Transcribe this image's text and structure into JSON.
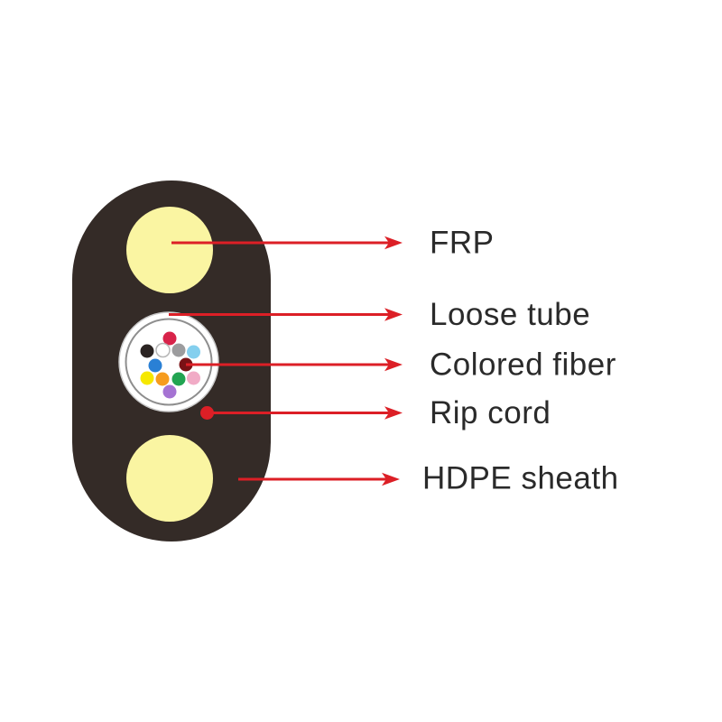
{
  "figure": {
    "description": "Cross-section diagram of a flat drop fiber optic cable with labeled parts"
  },
  "labels": {
    "frp": "FRP",
    "loose_tube": "Loose tube",
    "colored_fiber": "Colored fiber",
    "rip_cord": "Rip cord",
    "hdpe_sheath": "HDPE sheath"
  },
  "colors": {
    "background": "#ffffff",
    "sheath_body": "#342b27",
    "frp_rod": "#faf5a2",
    "tube_fill": "#ffffff",
    "tube_edge": "#c9c9c9",
    "tube_ring": "#8e8e8e",
    "accent_red": "#dc1f26",
    "label_text": "#2a2a2a",
    "fibers": {
      "red": "#d8234a",
      "black": "#2b2422",
      "white": "#ffffff",
      "white_edge": "#b5b5b5",
      "slate": "#9c9c9e",
      "aqua": "#84cfee",
      "blue": "#2a80d5",
      "brown": "#7a1115",
      "yellow": "#f6e800",
      "orange": "#f69c1e",
      "green": "#22a452",
      "rose": "#f1abc6",
      "violet": "#a573d3"
    }
  }
}
